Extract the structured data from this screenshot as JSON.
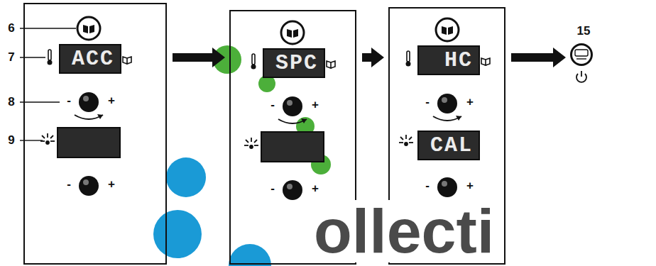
{
  "diagram": {
    "nodes": [
      {
        "text": [
          "-",
          "+",
          "-",
          "+"
        ]
      },
      {
        "text": [
          "ACC"
        ],
        "in": 0
      },
      {
        "text": [
          "-",
          "+",
          "-",
          "+"
        ]
      },
      {
        "text": [
          "SPC"
        ],
        "in": 2
      },
      {
        "text": [
          "-",
          "+",
          "-",
          "+"
        ]
      },
      {
        "text": [
          "HC"
        ],
        "in": 4
      },
      {
        "text": [
          "CAL"
        ],
        "in": 4
      },
      {
        "text": [
          "15"
        ]
      }
    ],
    "edges": [
      {
        "from": 0,
        "to": 2,
        "arrow": "to"
      },
      {
        "from": 2,
        "to": 4,
        "arrow": "to"
      },
      {
        "from": 4,
        "to": 7,
        "arrow": "to"
      }
    ],
    "labels": [
      "6",
      "7",
      "8",
      "9",
      "ollecti"
    ]
  }
}
